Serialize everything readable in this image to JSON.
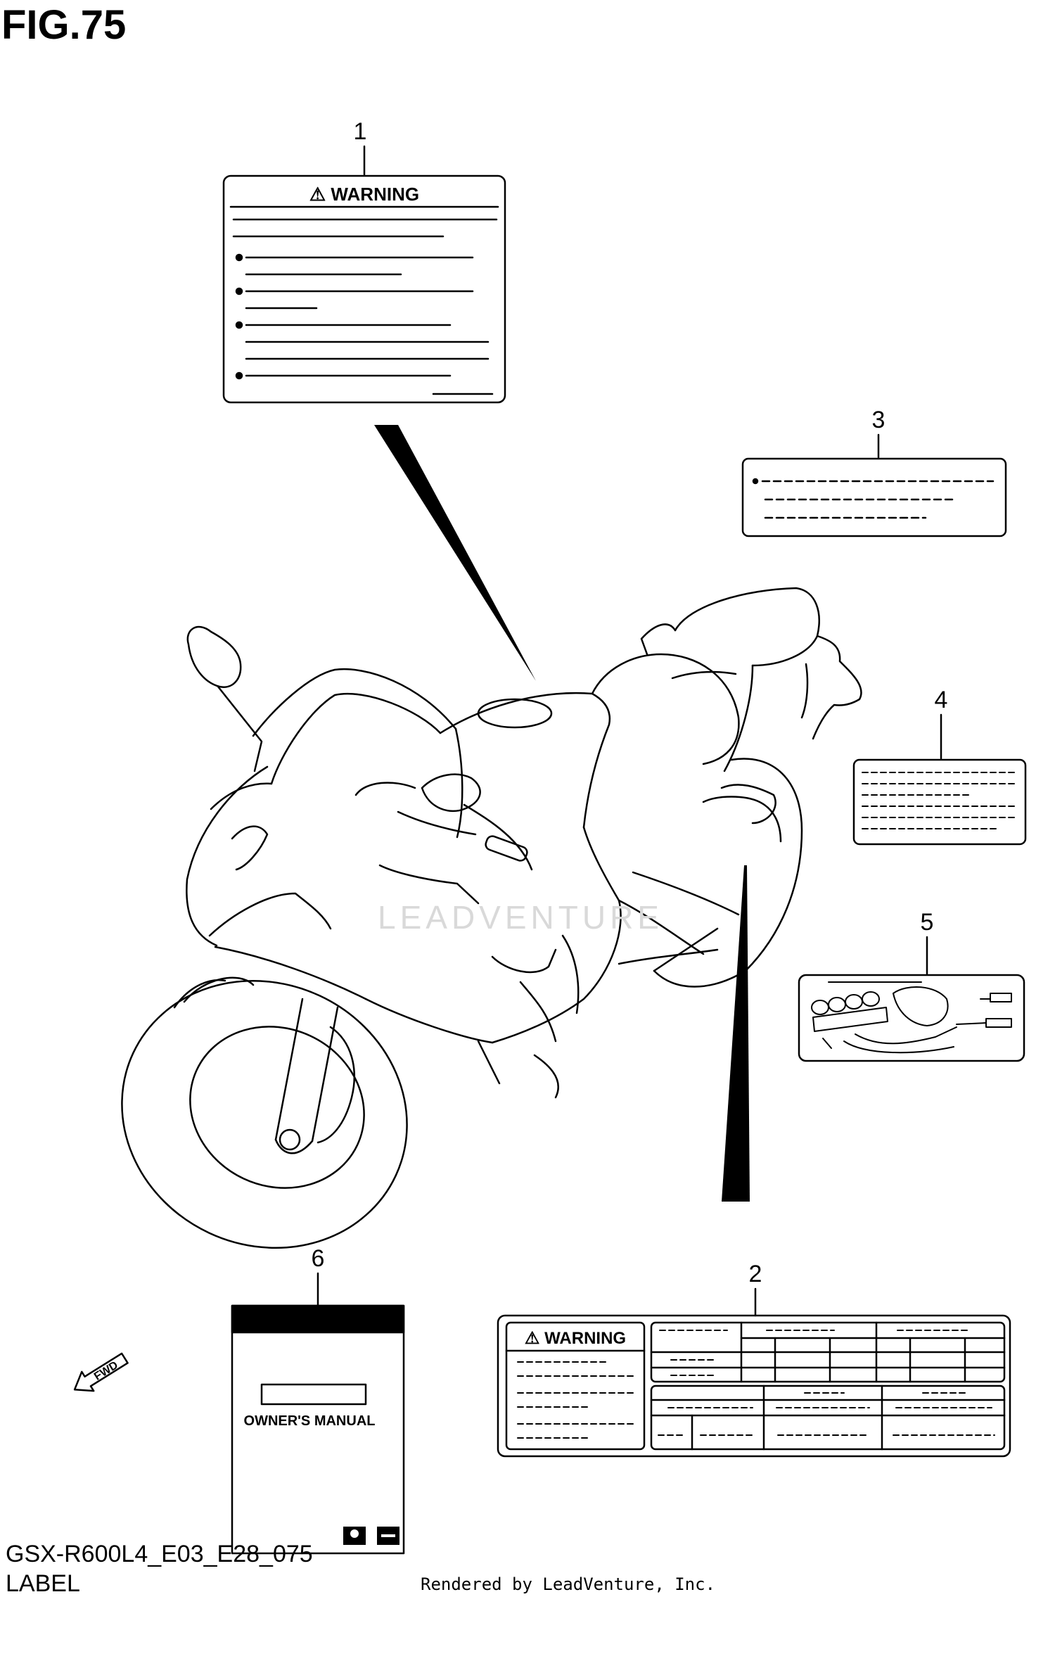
{
  "figure": {
    "title": "FIG.75",
    "model_code": "GSX-R600L4_E03_E28_075",
    "section_name": "LABEL",
    "rendered_by": "Rendered by LeadVenture, Inc.",
    "watermark": "LEADVENTURE"
  },
  "callouts": [
    "1",
    "2",
    "3",
    "4",
    "5",
    "6"
  ],
  "labels": {
    "warning_text": "⚠ WARNING",
    "manual_text": "OWNER'S MANUAL",
    "fwd_text": "FWD"
  }
}
